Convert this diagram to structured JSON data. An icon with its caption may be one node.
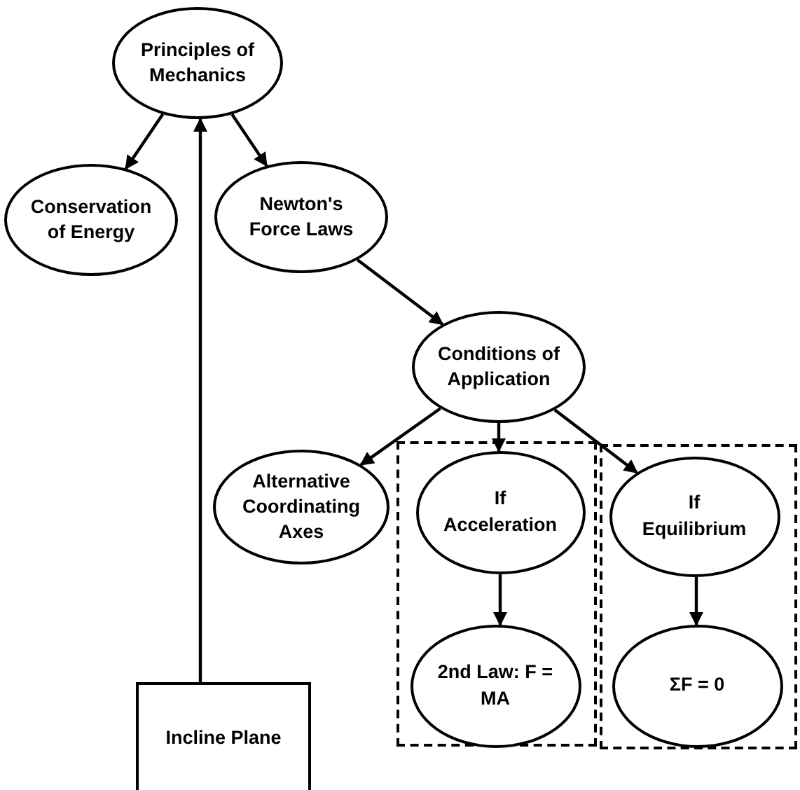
{
  "diagram": {
    "nodes": [
      {
        "text": [
          "Principles of Mechanics"
        ]
      },
      {
        "text": [
          "Conservation of Energy"
        ]
      },
      {
        "text": [
          "Newton's Force Laws"
        ]
      },
      {
        "text": [
          "Conditions of Application"
        ]
      },
      {
        "text": [
          "Alternative Coordinating Axes"
        ]
      },
      {
        "text": [],
        "shape": "box"
      },
      {
        "text": [
          "If Acceleration"
        ],
        "in": 5
      },
      {
        "text": [
          "2nd Law: F = MA"
        ],
        "in": 5
      },
      {
        "text": [],
        "shape": "box"
      },
      {
        "text": [
          "If Equilibrium"
        ],
        "in": 8
      },
      {
        "text": [
          "ΣF = 0"
        ],
        "in": 8
      },
      {
        "text": [
          "Incline Plane"
        ]
      }
    ],
    "edges": [
      {
        "from": 0,
        "to": 1,
        "arrow": "to"
      },
      {
        "from": 0,
        "to": 2,
        "arrow": "to"
      },
      {
        "from": 2,
        "to": 3,
        "arrow": "to"
      },
      {
        "from": 3,
        "to": 4,
        "arrow": "to"
      },
      {
        "from": 3,
        "to": 6,
        "arrow": "to"
      },
      {
        "from": 3,
        "to": 9,
        "arrow": "to"
      },
      {
        "from": 6,
        "to": 7,
        "arrow": "to"
      },
      {
        "from": 9,
        "to": 10,
        "arrow": "to"
      },
      {
        "from": 11,
        "to": 0,
        "arrow": "to"
      }
    ]
  }
}
